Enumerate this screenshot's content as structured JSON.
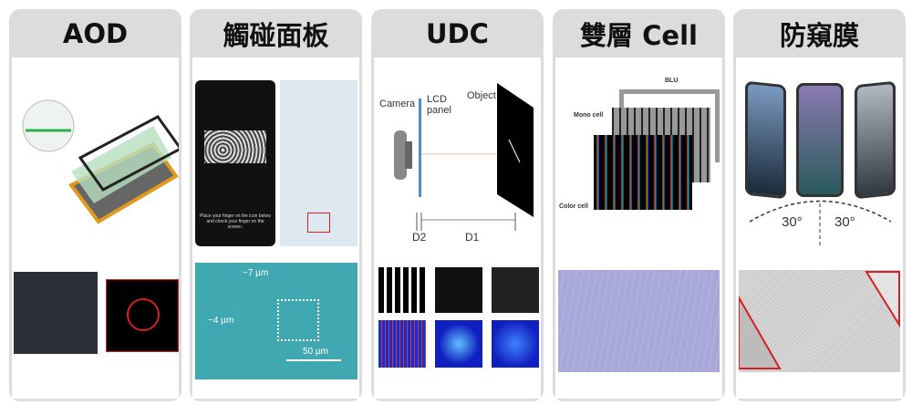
{
  "cards": [
    {
      "title": "AOD"
    },
    {
      "title": "觸碰面板",
      "fingerprint_prompt": "Place your finger on the icon below and check your finger on the screen.",
      "scale_a": "~7 µm",
      "scale_b": "~4 µm",
      "scale_bar": "50 µm"
    },
    {
      "title": "UDC",
      "camera": "Camera",
      "lcd": "LCD panel",
      "object": "Object",
      "d2": "D2",
      "d1": "D1"
    },
    {
      "title": "雙層 Cell",
      "blu": "BLU",
      "mono": "Mono cell",
      "color": "Color cell"
    },
    {
      "title": "防窺膜",
      "angle_left": "30°",
      "angle_right": "30°"
    }
  ],
  "colors": {
    "card_bg": "#dcdcdc",
    "accent_red": "#d42020",
    "lcd_blue": "#4a90d0"
  }
}
